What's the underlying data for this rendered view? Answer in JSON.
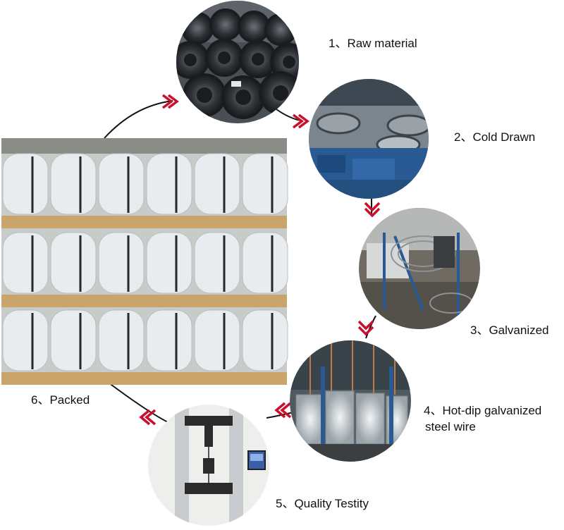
{
  "steps": [
    {
      "label": "1、Raw material",
      "photo": "wire-coils-icon"
    },
    {
      "label": "2、Cold Drawn",
      "photo": "drawing-machine-icon"
    },
    {
      "label": "3、Galvanized",
      "photo": "galvanizing-line-icon"
    },
    {
      "label_line1": "4、Hot-dip galvanized",
      "label_line2": "steel wire",
      "photo": "galvanized-coils-icon"
    },
    {
      "label": "5、Quality Testity",
      "photo": "tensile-tester-icon"
    },
    {
      "label": "6、Packed",
      "photo": "packed-pallets-icon"
    }
  ],
  "colors": {
    "arrow": "#c8102e",
    "connector": "#111111",
    "coil_dark": "#2f3338",
    "machine_blue": "#2a5a94",
    "bag_white": "#e9ecee",
    "pallet_wood": "#c9a46b"
  }
}
